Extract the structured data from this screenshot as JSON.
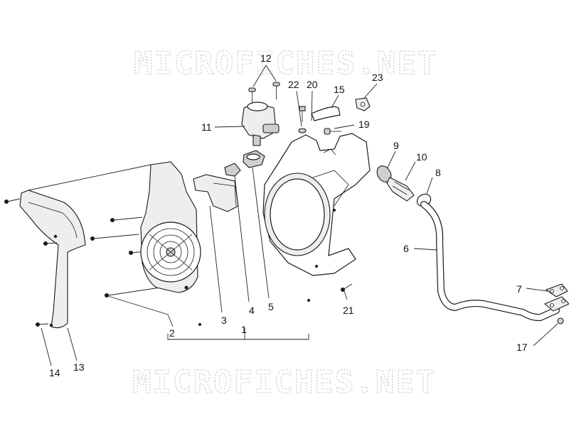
{
  "watermark": {
    "top": "MICROFICHES.NET",
    "bottom": "MICROFICHES.NET"
  },
  "labels": {
    "p1": "1",
    "p2": "2",
    "p3": "3",
    "p4": "4",
    "p5": "5",
    "p6": "6",
    "p7": "7",
    "p8": "8",
    "p9": "9",
    "p10": "10",
    "p11": "11",
    "p12": "12",
    "p13": "13",
    "p14": "14",
    "p15": "15",
    "p17": "17",
    "p19": "19",
    "p20": "20",
    "p21": "21",
    "p22": "22",
    "p23": "23"
  }
}
